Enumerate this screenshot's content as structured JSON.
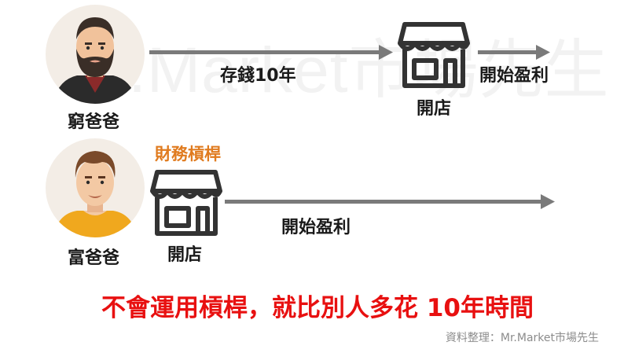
{
  "watermark": "Mr.Market市場先生",
  "poor_dad": {
    "name": "窮爸爸",
    "arrow1_label": "存錢10年",
    "shop_label": "開店",
    "profit_label": "開始盈利"
  },
  "rich_dad": {
    "name": "富爸爸",
    "leverage_label": "財務槓桿",
    "shop_label": "開店",
    "profit_label": "開始盈利"
  },
  "headline": "不會運用槓桿，就比別人多花 10年時間",
  "source": "資料整理：Mr.Market市場先生",
  "colors": {
    "arrow": "#7a7a7a",
    "headline": "#e81010",
    "leverage": "#e07b1f",
    "avatar_bg": "#f3ede6"
  },
  "icons": [
    "poor-dad-avatar",
    "rich-dad-avatar",
    "store-icon",
    "arrow-icon"
  ]
}
